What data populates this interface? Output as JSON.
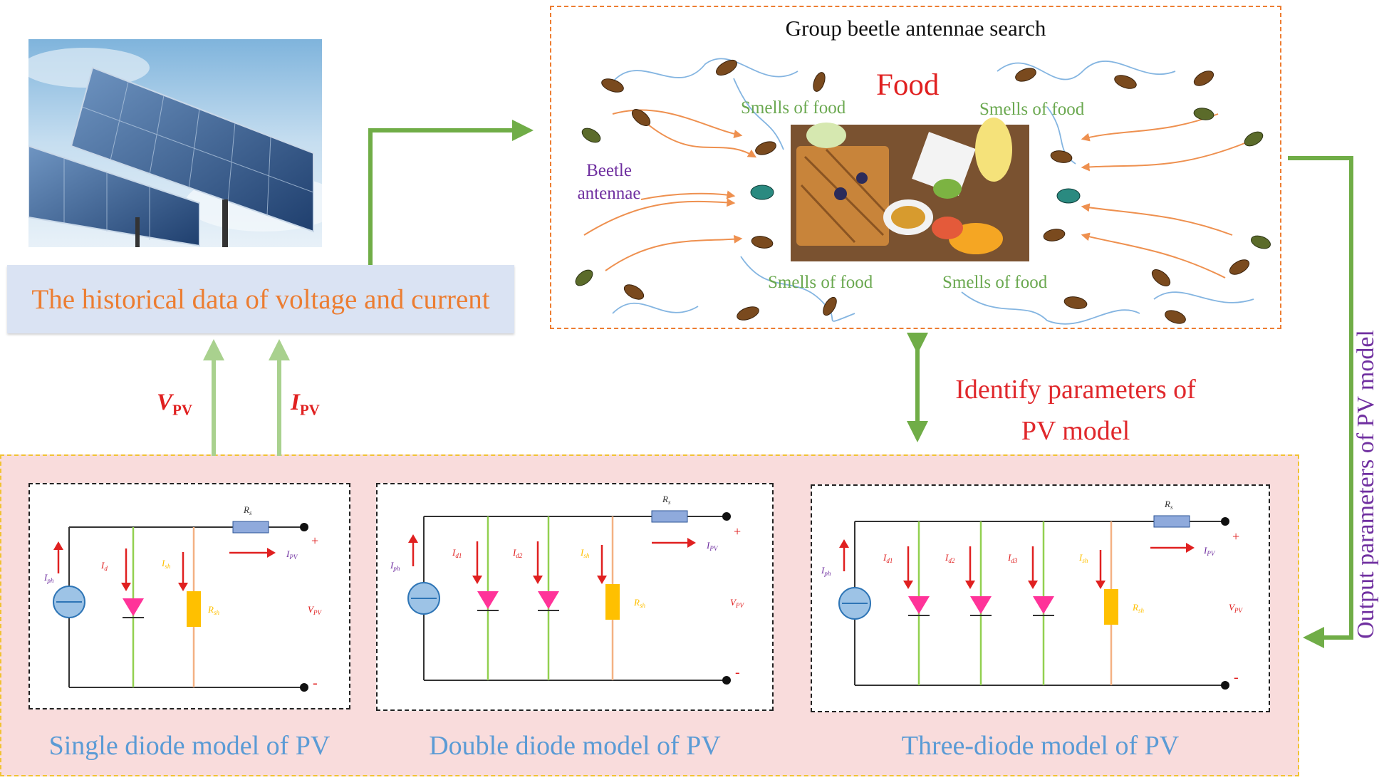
{
  "history_box": {
    "text": "The historical data of voltage and current"
  },
  "gbas": {
    "title": "Group beetle antennae search",
    "food_label": "Food",
    "smells": [
      "Smells of food",
      "Smells of food",
      "Smells of food",
      "Smells of food"
    ],
    "beetle_antennae": [
      "Beetle",
      "antennae"
    ]
  },
  "signals": {
    "v_main": "V",
    "v_sub": "PV",
    "i_main": "I",
    "i_sub": "PV"
  },
  "identify_text": [
    "Identify parameters of",
    "PV model"
  ],
  "output_text": "Output parameters of  PV model",
  "models": {
    "single": "Single diode model of PV",
    "double": "Double diode model of PV",
    "three": "Three-diode model of PV"
  },
  "colors": {
    "green_arrow": "#70ad47",
    "light_green_arrow": "#a9d18e",
    "orange": "#ec7d31",
    "red": "#e02020",
    "purple": "#7030a0",
    "pink_bg": "#f9dcdc",
    "blue_box": "#dae3f3"
  }
}
